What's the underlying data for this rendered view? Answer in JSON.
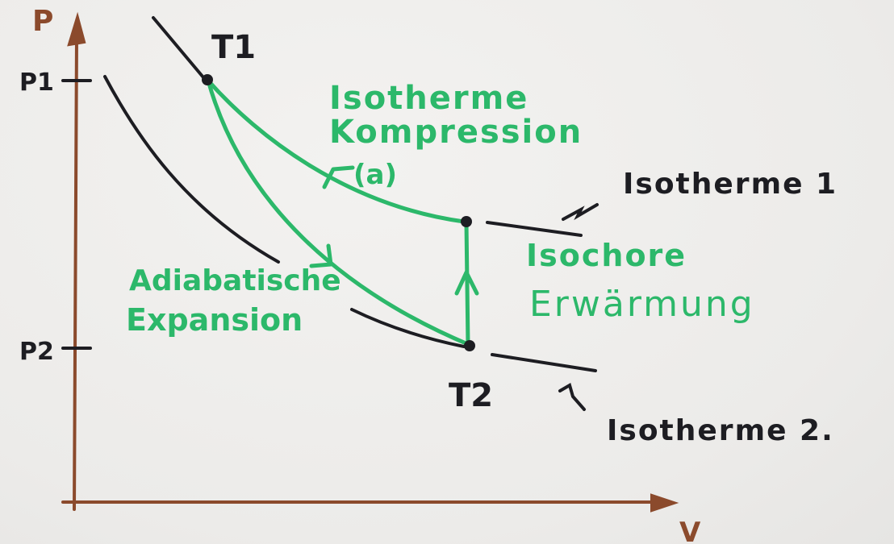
{
  "axes": {
    "y_label": "P",
    "x_label": "V",
    "p1_label": "P1",
    "p2_label": "P2"
  },
  "points": {
    "t1_label": "T1",
    "t2_label": "T2"
  },
  "annotations": {
    "isotherm_compression_line1": "Isotherme",
    "isotherm_compression_line2": "Kompression",
    "step_marker": "(a)",
    "isochoric_line1": "Isochore",
    "isochoric_line2": "Erwärmung",
    "adiabatic_line1": "Adiabatische",
    "adiabatic_line2": "Expansion",
    "isotherm_1": "Isotherme 1",
    "isotherm_2": "Isotherme 2."
  },
  "colors": {
    "marker_black": "#1d1d22",
    "marker_green": "#2cb86a",
    "marker_brown": "#8b4a2c"
  }
}
